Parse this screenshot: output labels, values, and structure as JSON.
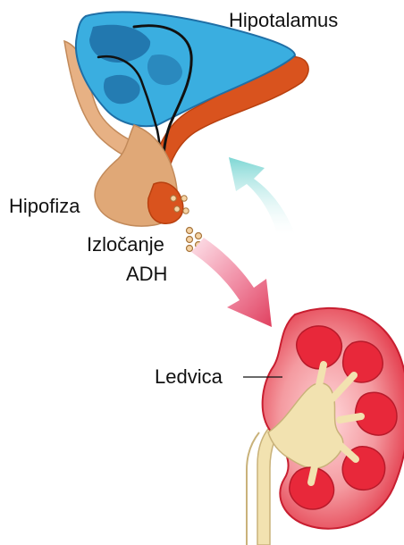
{
  "labels": {
    "hypothalamus": "Hipotalamus",
    "pituitary": "Hipofiza",
    "secretion_line1": "Izločanje",
    "secretion_line2": "ADH",
    "kidney": "Ledvica"
  },
  "colors": {
    "hypothalamus_blue": "#3aaee0",
    "hypothalamus_dark_blue": "#1f6fa6",
    "stalk_orange": "#d9531e",
    "pituitary_tan": "#e0a877",
    "adh_granules": "#c9915a",
    "arrow_to_kidney": "#e8607a",
    "arrow_feedback": "#7fd6d0",
    "kidney_red": "#e8283a",
    "kidney_pink": "#f6b3b8",
    "renal_pelvis": "#f2e2b0"
  }
}
